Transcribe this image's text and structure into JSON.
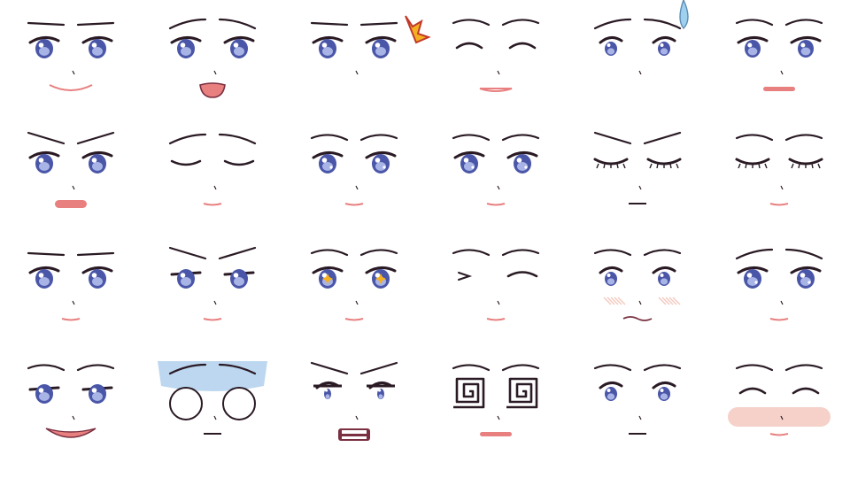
{
  "sheet": {
    "kind": "expression-sheet",
    "colors": {
      "line": "#2a1a24",
      "iris": "#4a56a8",
      "iris_light": "#a9b4e6",
      "mouth": "#e88080",
      "mouth_dark": "#7a3040",
      "blush": "#f3c9c0",
      "blue_shade": "#bcd7ef",
      "spark": "#f5b021",
      "sweat": "#9fd0ee"
    },
    "faces": [
      {
        "name": "face-gentle-smile",
        "eyes": "open",
        "mouth": "smile",
        "brows": "neutral"
      },
      {
        "name": "face-worried-gasp",
        "eyes": "open",
        "mouth": "open",
        "brows": "worried"
      },
      {
        "name": "face-annoyed-mark",
        "eyes": "open",
        "mouth": "none",
        "brows": "neutral",
        "extra": "anger-mark"
      },
      {
        "name": "face-content-closed",
        "eyes": "closed-arc",
        "mouth": "smile-wide",
        "brows": "raised"
      },
      {
        "name": "face-nervous-sweat",
        "eyes": "open-small",
        "mouth": "none",
        "brows": "worried",
        "extra": "sweat-drop"
      },
      {
        "name": "face-surprised-pout",
        "eyes": "wide",
        "mouth": "flat",
        "brows": "raised"
      },
      {
        "name": "face-angry-pout",
        "eyes": "open",
        "mouth": "pout",
        "brows": "angry"
      },
      {
        "name": "face-sleepy",
        "eyes": "closed-down",
        "mouth": "small",
        "brows": "worried"
      },
      {
        "name": "face-sparkle-eyes",
        "eyes": "sparkle",
        "mouth": "small",
        "brows": "raised"
      },
      {
        "name": "face-sparkle-eyes-alt",
        "eyes": "sparkle",
        "mouth": "small",
        "brows": "raised"
      },
      {
        "name": "face-angry-eyes-closed",
        "eyes": "closed-lashes",
        "mouth": "dash",
        "brows": "angry"
      },
      {
        "name": "face-wink-happy",
        "eyes": "closed-lashes",
        "mouth": "small",
        "brows": "raised"
      },
      {
        "name": "face-calm",
        "eyes": "open",
        "mouth": "small",
        "brows": "neutral"
      },
      {
        "name": "face-determined",
        "eyes": "half",
        "mouth": "small",
        "brows": "angry"
      },
      {
        "name": "face-star-eyes",
        "eyes": "star",
        "mouth": "small",
        "brows": "raised"
      },
      {
        "name": "face-wink",
        "eyes": "wink",
        "mouth": "small",
        "brows": "raised"
      },
      {
        "name": "face-blush-shy",
        "eyes": "open-small",
        "mouth": "wavy",
        "brows": "raised",
        "extra": "blush-lines"
      },
      {
        "name": "face-teary",
        "eyes": "sparkle",
        "mouth": "small",
        "brows": "worried"
      },
      {
        "name": "face-smug-grin",
        "eyes": "half",
        "mouth": "grin",
        "brows": "raised"
      },
      {
        "name": "face-shocked-blank",
        "eyes": "blank-circles",
        "mouth": "dash",
        "brows": "worried",
        "extra": "blue-shade"
      },
      {
        "name": "face-shocked-teeth",
        "eyes": "tiny",
        "mouth": "teeth",
        "brows": "angry"
      },
      {
        "name": "face-dizzy-spiral",
        "eyes": "spiral",
        "mouth": "flat",
        "brows": "raised"
      },
      {
        "name": "face-confused",
        "eyes": "open-small",
        "mouth": "dash",
        "brows": "raised"
      },
      {
        "name": "face-blush-happy",
        "eyes": "closed-arc",
        "mouth": "small",
        "brows": "raised",
        "extra": "blush-band"
      }
    ]
  }
}
